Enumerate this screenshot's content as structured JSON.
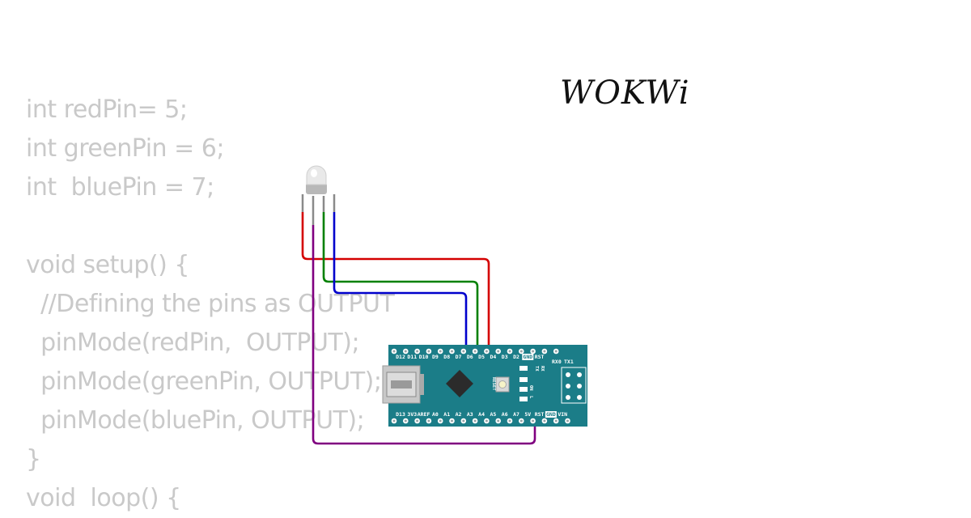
{
  "logo": {
    "text": "WOKWi"
  },
  "code": {
    "lines": [
      "int redPin= 5;",
      "int greenPin = 6;",
      "int  bluePin = 7;",
      "",
      "void setup() {",
      "  //Defining the pins as OUTPUT",
      "  pinMode(redPin,  OUTPUT);",
      "  pinMode(greenPin, OUTPUT);",
      "  pinMode(bluePin, OUTPUT);",
      "}",
      "void  loop() {"
    ]
  },
  "board": {
    "top_pins": [
      "D12",
      "D11",
      "D10",
      "D9",
      "D8",
      "D7",
      "D6",
      "D5",
      "D4",
      "D3",
      "D2",
      "GND",
      "RST"
    ],
    "top_right_pins": [
      "RX0",
      "TX1"
    ],
    "bottom_pins": [
      "D13",
      "3V3",
      "AREF",
      "A0",
      "A1",
      "A2",
      "A3",
      "A4",
      "A5",
      "A6",
      "A7",
      "5V",
      "RST",
      "GND",
      "VIN"
    ],
    "reset_label": "RESET",
    "led_labels": [
      "TX",
      "RX",
      "ON",
      "L"
    ]
  },
  "wires": {
    "red": "#d40000",
    "green": "#008000",
    "blue": "#0000cc",
    "purple": "#800080"
  },
  "colors": {
    "board": "#1b7d88",
    "code_text": "#c9c9c9"
  }
}
